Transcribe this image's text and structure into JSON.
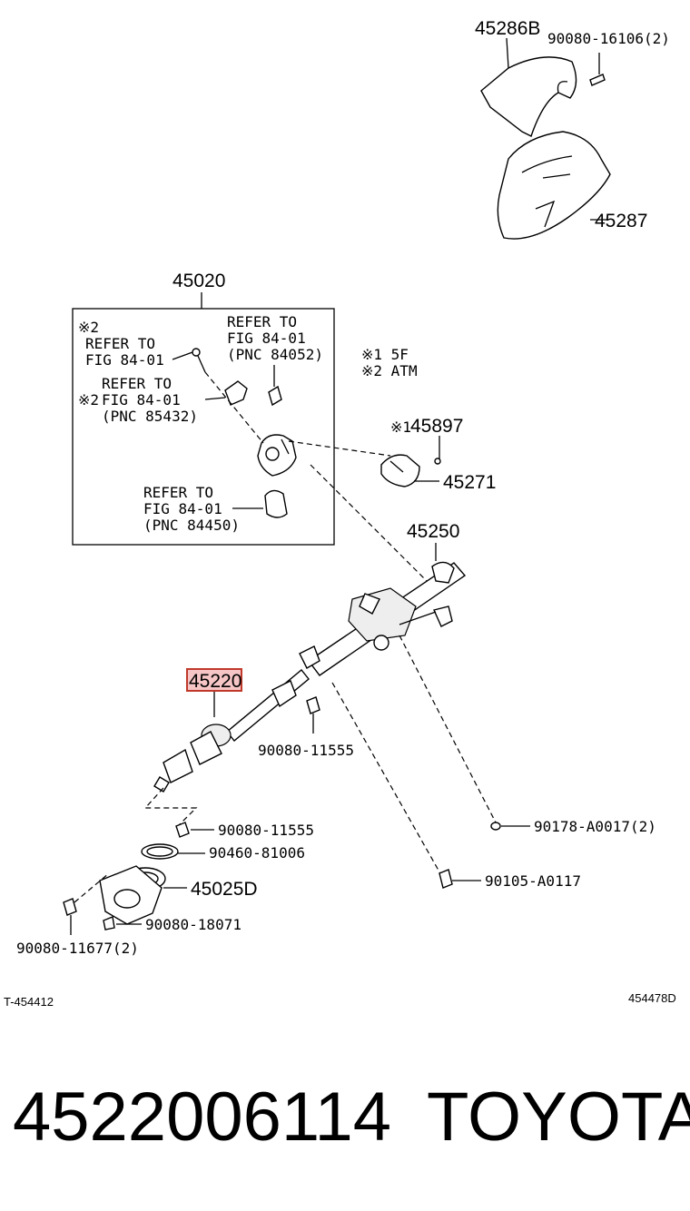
{
  "parts": {
    "p45286b": "45286B",
    "p90080_16106": "90080-16106(2)",
    "p45287": "45287",
    "p45020": "45020",
    "p45897": "45897",
    "p45271": "45271",
    "p45250": "45250",
    "p45220": "45220",
    "p90080_11555_a": "90080-11555",
    "p90080_11555_b": "90080-11555",
    "p90460_81006": "90460-81006",
    "p45025d": "45025D",
    "p90080_18071": "90080-18071",
    "p90080_11677": "90080-11677(2)",
    "p90178_a0017": "90178-A0017(2)",
    "p90105_a0117": "90105-A0117"
  },
  "notes": {
    "ref1_l1": "REFER TO",
    "ref1_l2": "FIG 84-01",
    "ref1_l3": "(PNC 84052)",
    "ref2_mark": "※2",
    "ref2_l1": "REFER TO",
    "ref2_l2": "FIG 84-01",
    "ref3_mark": "※2",
    "ref3_l1": "REFER TO",
    "ref3_l2": "FIG 84-01",
    "ref3_l3": "(PNC 85432)",
    "ref4_l1": "REFER TO",
    "ref4_l2": "FIG 84-01",
    "ref4_l3": "(PNC 84450)",
    "legend1": "※1 5F",
    "legend2": "※2 ATM",
    "mark_45897": "※1"
  },
  "codes": {
    "left": "T-454412",
    "right": "454478D"
  },
  "footer": {
    "part_number": "4522006114",
    "brand": "TOYOTA"
  },
  "colors": {
    "highlight_stroke": "#c0392b",
    "highlight_fill": "#f6c6c6"
  }
}
